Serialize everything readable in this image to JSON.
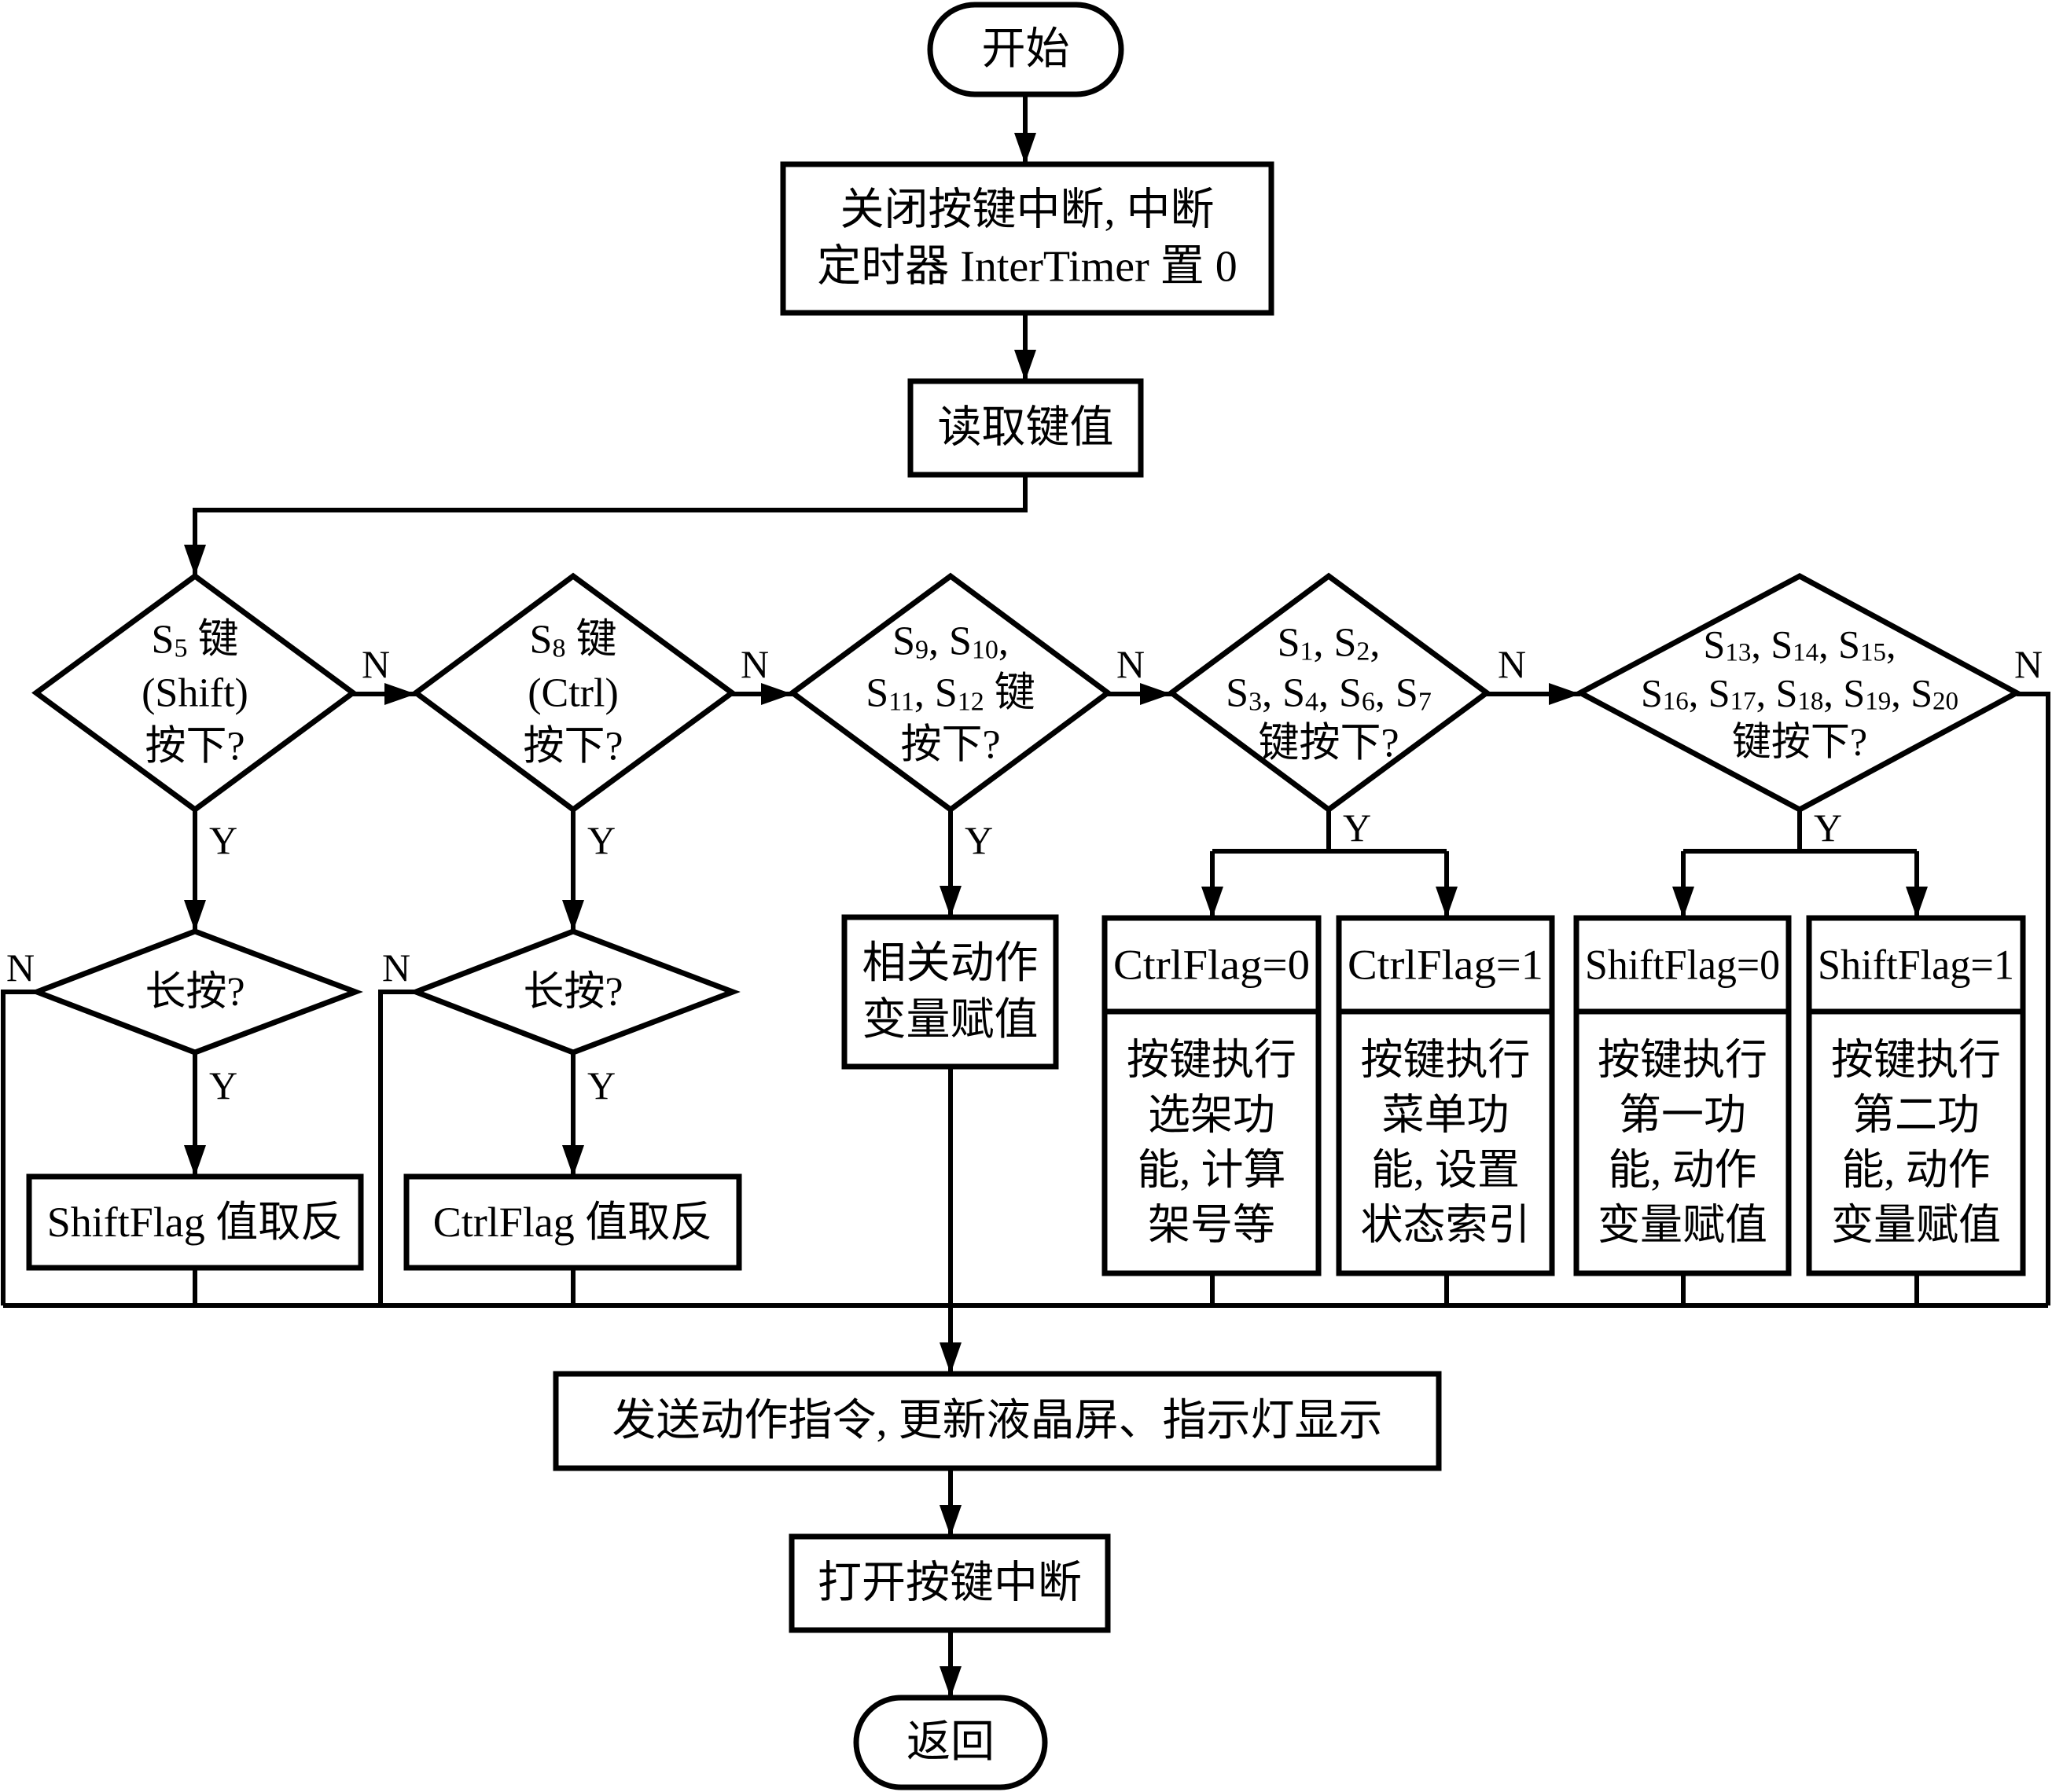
{
  "diagram": {
    "type": "flowchart",
    "colors": {
      "stroke": "#000000",
      "background": "#ffffff",
      "text": "#000000"
    },
    "nodes": {
      "start": {
        "kind": "terminal",
        "lines": [
          "开始"
        ]
      },
      "disable_interrupt": {
        "kind": "process",
        "lines": [
          "关闭按键中断, 中断",
          "定时器 InterTimer 置 0"
        ]
      },
      "read_key": {
        "kind": "process",
        "lines": [
          "读取键值"
        ]
      },
      "d_shift": {
        "kind": "decision",
        "lines": [
          [
            [
              "S",
              "5"
            ],
            [
              " 键",
              ""
            ]
          ],
          [
            [
              "(Shift)",
              ""
            ]
          ],
          [
            [
              "按下?",
              ""
            ]
          ]
        ]
      },
      "d_ctrl": {
        "kind": "decision",
        "lines": [
          [
            [
              "S",
              "8"
            ],
            [
              " 键",
              ""
            ]
          ],
          [
            [
              "(Ctrl)",
              ""
            ]
          ],
          [
            [
              "按下?",
              ""
            ]
          ]
        ]
      },
      "d_s9_12": {
        "kind": "decision",
        "lines": [
          [
            [
              "S",
              "9"
            ],
            [
              ", S",
              "10"
            ],
            [
              ",",
              ""
            ]
          ],
          [
            [
              "S",
              "11"
            ],
            [
              ", S",
              "12"
            ],
            [
              " 键",
              ""
            ]
          ],
          [
            [
              "按下?",
              ""
            ]
          ]
        ]
      },
      "d_s1_7": {
        "kind": "decision",
        "lines": [
          [
            [
              "S",
              "1"
            ],
            [
              ", S",
              "2"
            ],
            [
              ",",
              ""
            ]
          ],
          [
            [
              "S",
              "3"
            ],
            [
              ", S",
              "4"
            ],
            [
              ", S",
              "6"
            ],
            [
              ", S",
              "7"
            ]
          ],
          [
            [
              "键按下?",
              ""
            ]
          ]
        ]
      },
      "d_s13_20": {
        "kind": "decision",
        "lines": [
          [
            [
              "S",
              "13"
            ],
            [
              ", S",
              "14"
            ],
            [
              ", S",
              "15"
            ],
            [
              ",",
              ""
            ]
          ],
          [
            [
              "S",
              "16"
            ],
            [
              ", S",
              "17"
            ],
            [
              ", S",
              "18"
            ],
            [
              ", S",
              "19"
            ],
            [
              ", S",
              "20"
            ]
          ],
          [
            [
              "键按下?",
              ""
            ]
          ]
        ]
      },
      "d_long_shift": {
        "kind": "decision",
        "lines": [
          [
            [
              "长按?",
              ""
            ]
          ]
        ]
      },
      "d_long_ctrl": {
        "kind": "decision",
        "lines": [
          [
            [
              "长按?",
              ""
            ]
          ]
        ]
      },
      "toggle_shift": {
        "kind": "process",
        "lines": [
          "ShiftFlag 值取反"
        ]
      },
      "toggle_ctrl": {
        "kind": "process",
        "lines": [
          "CtrlFlag 值取反"
        ]
      },
      "assign_action": {
        "kind": "process",
        "lines": [
          "相关动作",
          "变量赋值"
        ]
      },
      "ctrl0": {
        "kind": "split-process",
        "header": "CtrlFlag=0",
        "lines": [
          "按键执行",
          "选架功",
          "能, 计算",
          "架号等"
        ]
      },
      "ctrl1": {
        "kind": "split-process",
        "header": "CtrlFlag=1",
        "lines": [
          "按键执行",
          "菜单功",
          "能, 设置",
          "状态索引"
        ]
      },
      "shift0": {
        "kind": "split-process",
        "header": "ShiftFlag=0",
        "lines": [
          "按键执行",
          "第一功",
          "能, 动作",
          "变量赋值"
        ]
      },
      "shift1": {
        "kind": "split-process",
        "header": "ShiftFlag=1",
        "lines": [
          "按键执行",
          "第二功",
          "能, 动作",
          "变量赋值"
        ]
      },
      "send": {
        "kind": "process",
        "lines": [
          "发送动作指令, 更新液晶屏、指示灯显示"
        ]
      },
      "enable_interrupt": {
        "kind": "process",
        "lines": [
          "打开按键中断"
        ]
      },
      "return": {
        "kind": "terminal",
        "lines": [
          "返回"
        ]
      }
    },
    "branch_labels": {
      "yes": "Y",
      "no": "N"
    },
    "edges": [
      {
        "from": "start",
        "to": "disable_interrupt"
      },
      {
        "from": "disable_interrupt",
        "to": "read_key"
      },
      {
        "from": "read_key",
        "to": "d_shift"
      },
      {
        "from": "d_shift",
        "to": "d_ctrl",
        "label": "N"
      },
      {
        "from": "d_shift",
        "to": "d_long_shift",
        "label": "Y"
      },
      {
        "from": "d_ctrl",
        "to": "d_s9_12",
        "label": "N"
      },
      {
        "from": "d_ctrl",
        "to": "d_long_ctrl",
        "label": "Y"
      },
      {
        "from": "d_s9_12",
        "to": "d_s1_7",
        "label": "N"
      },
      {
        "from": "d_s9_12",
        "to": "assign_action",
        "label": "Y"
      },
      {
        "from": "d_s1_7",
        "to": "d_s13_20",
        "label": "N"
      },
      {
        "from": "d_s1_7",
        "to": "ctrl0",
        "label": "Y"
      },
      {
        "from": "d_s1_7",
        "to": "ctrl1",
        "label": "Y"
      },
      {
        "from": "d_s13_20",
        "to": "send",
        "label": "N"
      },
      {
        "from": "d_s13_20",
        "to": "shift0",
        "label": "Y"
      },
      {
        "from": "d_s13_20",
        "to": "shift1",
        "label": "Y"
      },
      {
        "from": "d_long_shift",
        "to": "toggle_shift",
        "label": "Y"
      },
      {
        "from": "d_long_shift",
        "to": "send",
        "label": "N"
      },
      {
        "from": "d_long_ctrl",
        "to": "toggle_ctrl",
        "label": "Y"
      },
      {
        "from": "d_long_ctrl",
        "to": "send",
        "label": "N"
      },
      {
        "from": "toggle_shift",
        "to": "send"
      },
      {
        "from": "toggle_ctrl",
        "to": "send"
      },
      {
        "from": "assign_action",
        "to": "send"
      },
      {
        "from": "ctrl0",
        "to": "send"
      },
      {
        "from": "ctrl1",
        "to": "send"
      },
      {
        "from": "shift0",
        "to": "send"
      },
      {
        "from": "shift1",
        "to": "send"
      },
      {
        "from": "send",
        "to": "enable_interrupt"
      },
      {
        "from": "enable_interrupt",
        "to": "return"
      }
    ]
  }
}
